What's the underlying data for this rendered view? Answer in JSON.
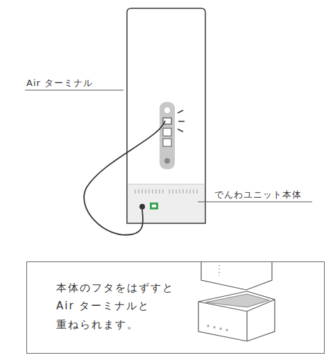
{
  "diagram": {
    "nodes": [
      {
        "text": [
          "本体のフタをはずすと Air ターミナルと 重ねられます。"
        ]
      }
    ],
    "labels": [
      "Air ターミナル",
      "でんわユニット本体"
    ]
  }
}
